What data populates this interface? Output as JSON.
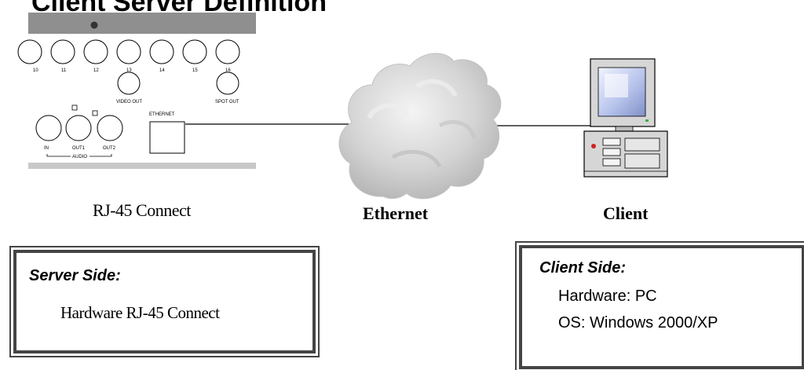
{
  "title": "Client Server Definition",
  "panel": {
    "port_numbers": [
      "10",
      "11",
      "12",
      "13",
      "14",
      "15",
      "16"
    ],
    "video_out": "VIDEO OUT",
    "spot_out": "SPOT OUT",
    "ethernet": "ETHERNET",
    "audio_in": "IN",
    "audio_out1": "OUT1",
    "audio_out2": "OUT2",
    "audio": "AUDIO"
  },
  "captions": {
    "rj45": "RJ-45 Connect",
    "ethernet": "Ethernet",
    "client": "Client"
  },
  "server_box": {
    "heading": "Server Side:",
    "line1": "Hardware RJ-45 Connect"
  },
  "client_box": {
    "heading": "Client Side:",
    "line1": "Hardware: PC",
    "line2": "OS: Windows 2000/XP"
  },
  "colors": {
    "panel_gray": "#8f8f8f",
    "panel_bar": "#c8c8c8",
    "cloud": "#d8d8d8",
    "monitor_screen": "#a8b8e0"
  }
}
